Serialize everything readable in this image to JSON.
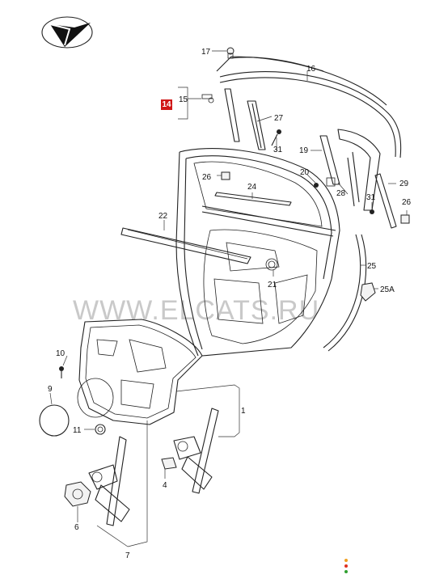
{
  "watermark": "WWW.ELCATS.RU",
  "highlight": {
    "label": "14",
    "color": "#d01616"
  },
  "parts": [
    {
      "id": "p1",
      "label": "1"
    },
    {
      "id": "p4",
      "label": "4"
    },
    {
      "id": "p6",
      "label": "6"
    },
    {
      "id": "p7",
      "label": "7"
    },
    {
      "id": "p9",
      "label": "9"
    },
    {
      "id": "p10",
      "label": "10"
    },
    {
      "id": "p11",
      "label": "11"
    },
    {
      "id": "p15",
      "label": "15"
    },
    {
      "id": "p16",
      "label": "16"
    },
    {
      "id": "p17",
      "label": "17"
    },
    {
      "id": "p19",
      "label": "19"
    },
    {
      "id": "p20",
      "label": "20"
    },
    {
      "id": "p21",
      "label": "21"
    },
    {
      "id": "p22",
      "label": "22"
    },
    {
      "id": "p24",
      "label": "24"
    },
    {
      "id": "p25",
      "label": "25"
    },
    {
      "id": "p25a",
      "label": "25A"
    },
    {
      "id": "p26a",
      "label": "26"
    },
    {
      "id": "p26b",
      "label": "26"
    },
    {
      "id": "p27",
      "label": "27"
    },
    {
      "id": "p28",
      "label": "28"
    },
    {
      "id": "p29",
      "label": "29"
    },
    {
      "id": "p31a",
      "label": "31"
    },
    {
      "id": "p31b",
      "label": "31"
    }
  ],
  "status_dot_colors": [
    "#f0a020",
    "#e03020",
    "#30a030"
  ]
}
